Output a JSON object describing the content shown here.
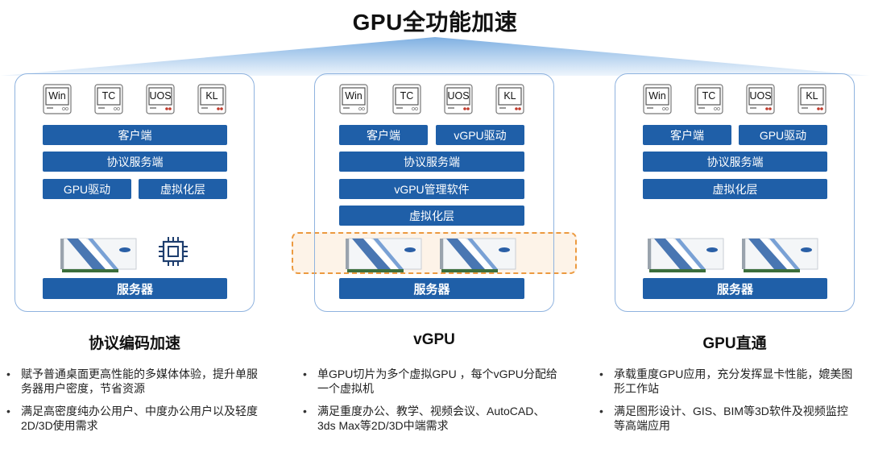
{
  "title": "GPU全功能加速",
  "os_labels": [
    "Win",
    "TC",
    "UOS",
    "KL"
  ],
  "panels": [
    {
      "client": "客户端",
      "protocol": "协议服务端",
      "gpu_driver": "GPU驱动",
      "virt_layer": "虚拟化层",
      "server": "服务器"
    },
    {
      "client": "客户端",
      "vgpu_driver": "vGPU驱动",
      "protocol": "协议服务端",
      "vgpu_mgmt": "vGPU管理软件",
      "virt_layer": "虚拟化层",
      "server": "服务器"
    },
    {
      "client": "客户端",
      "gpu_driver": "GPU驱动",
      "protocol": "协议服务端",
      "virt_layer": "虚拟化层",
      "server": "服务器"
    }
  ],
  "sections": [
    {
      "title": "协议编码加速",
      "bullets": [
        "赋予普通桌面更高性能的多媒体体验，提升单服务器用户密度，节省资源",
        "满足高密度纯办公用户、中度办公用户以及轻度2D/3D使用需求"
      ]
    },
    {
      "title": "vGPU",
      "bullets": [
        "单GPU切片为多个虚拟GPU ，每个vGPU分配给一个虚拟机",
        "满足重度办公、教学、视频会议、AutoCAD、3ds Max等2D/3D中端需求"
      ]
    },
    {
      "title": "GPU直通",
      "bullets": [
        "承载重度GPU应用，充分发挥显卡性能，媲美图形工作站",
        "满足图形设计、GIS、BIM等3D软件及视频监控等高端应用"
      ]
    }
  ],
  "colors": {
    "bar": "#1f5fa8",
    "panel_border": "#8fb3df",
    "highlight_border": "#ec9a40",
    "highlight_fill": "#fdf3e8"
  },
  "icons": [
    "terminal-icon",
    "gpu-card-icon",
    "cpu-chip-icon"
  ]
}
